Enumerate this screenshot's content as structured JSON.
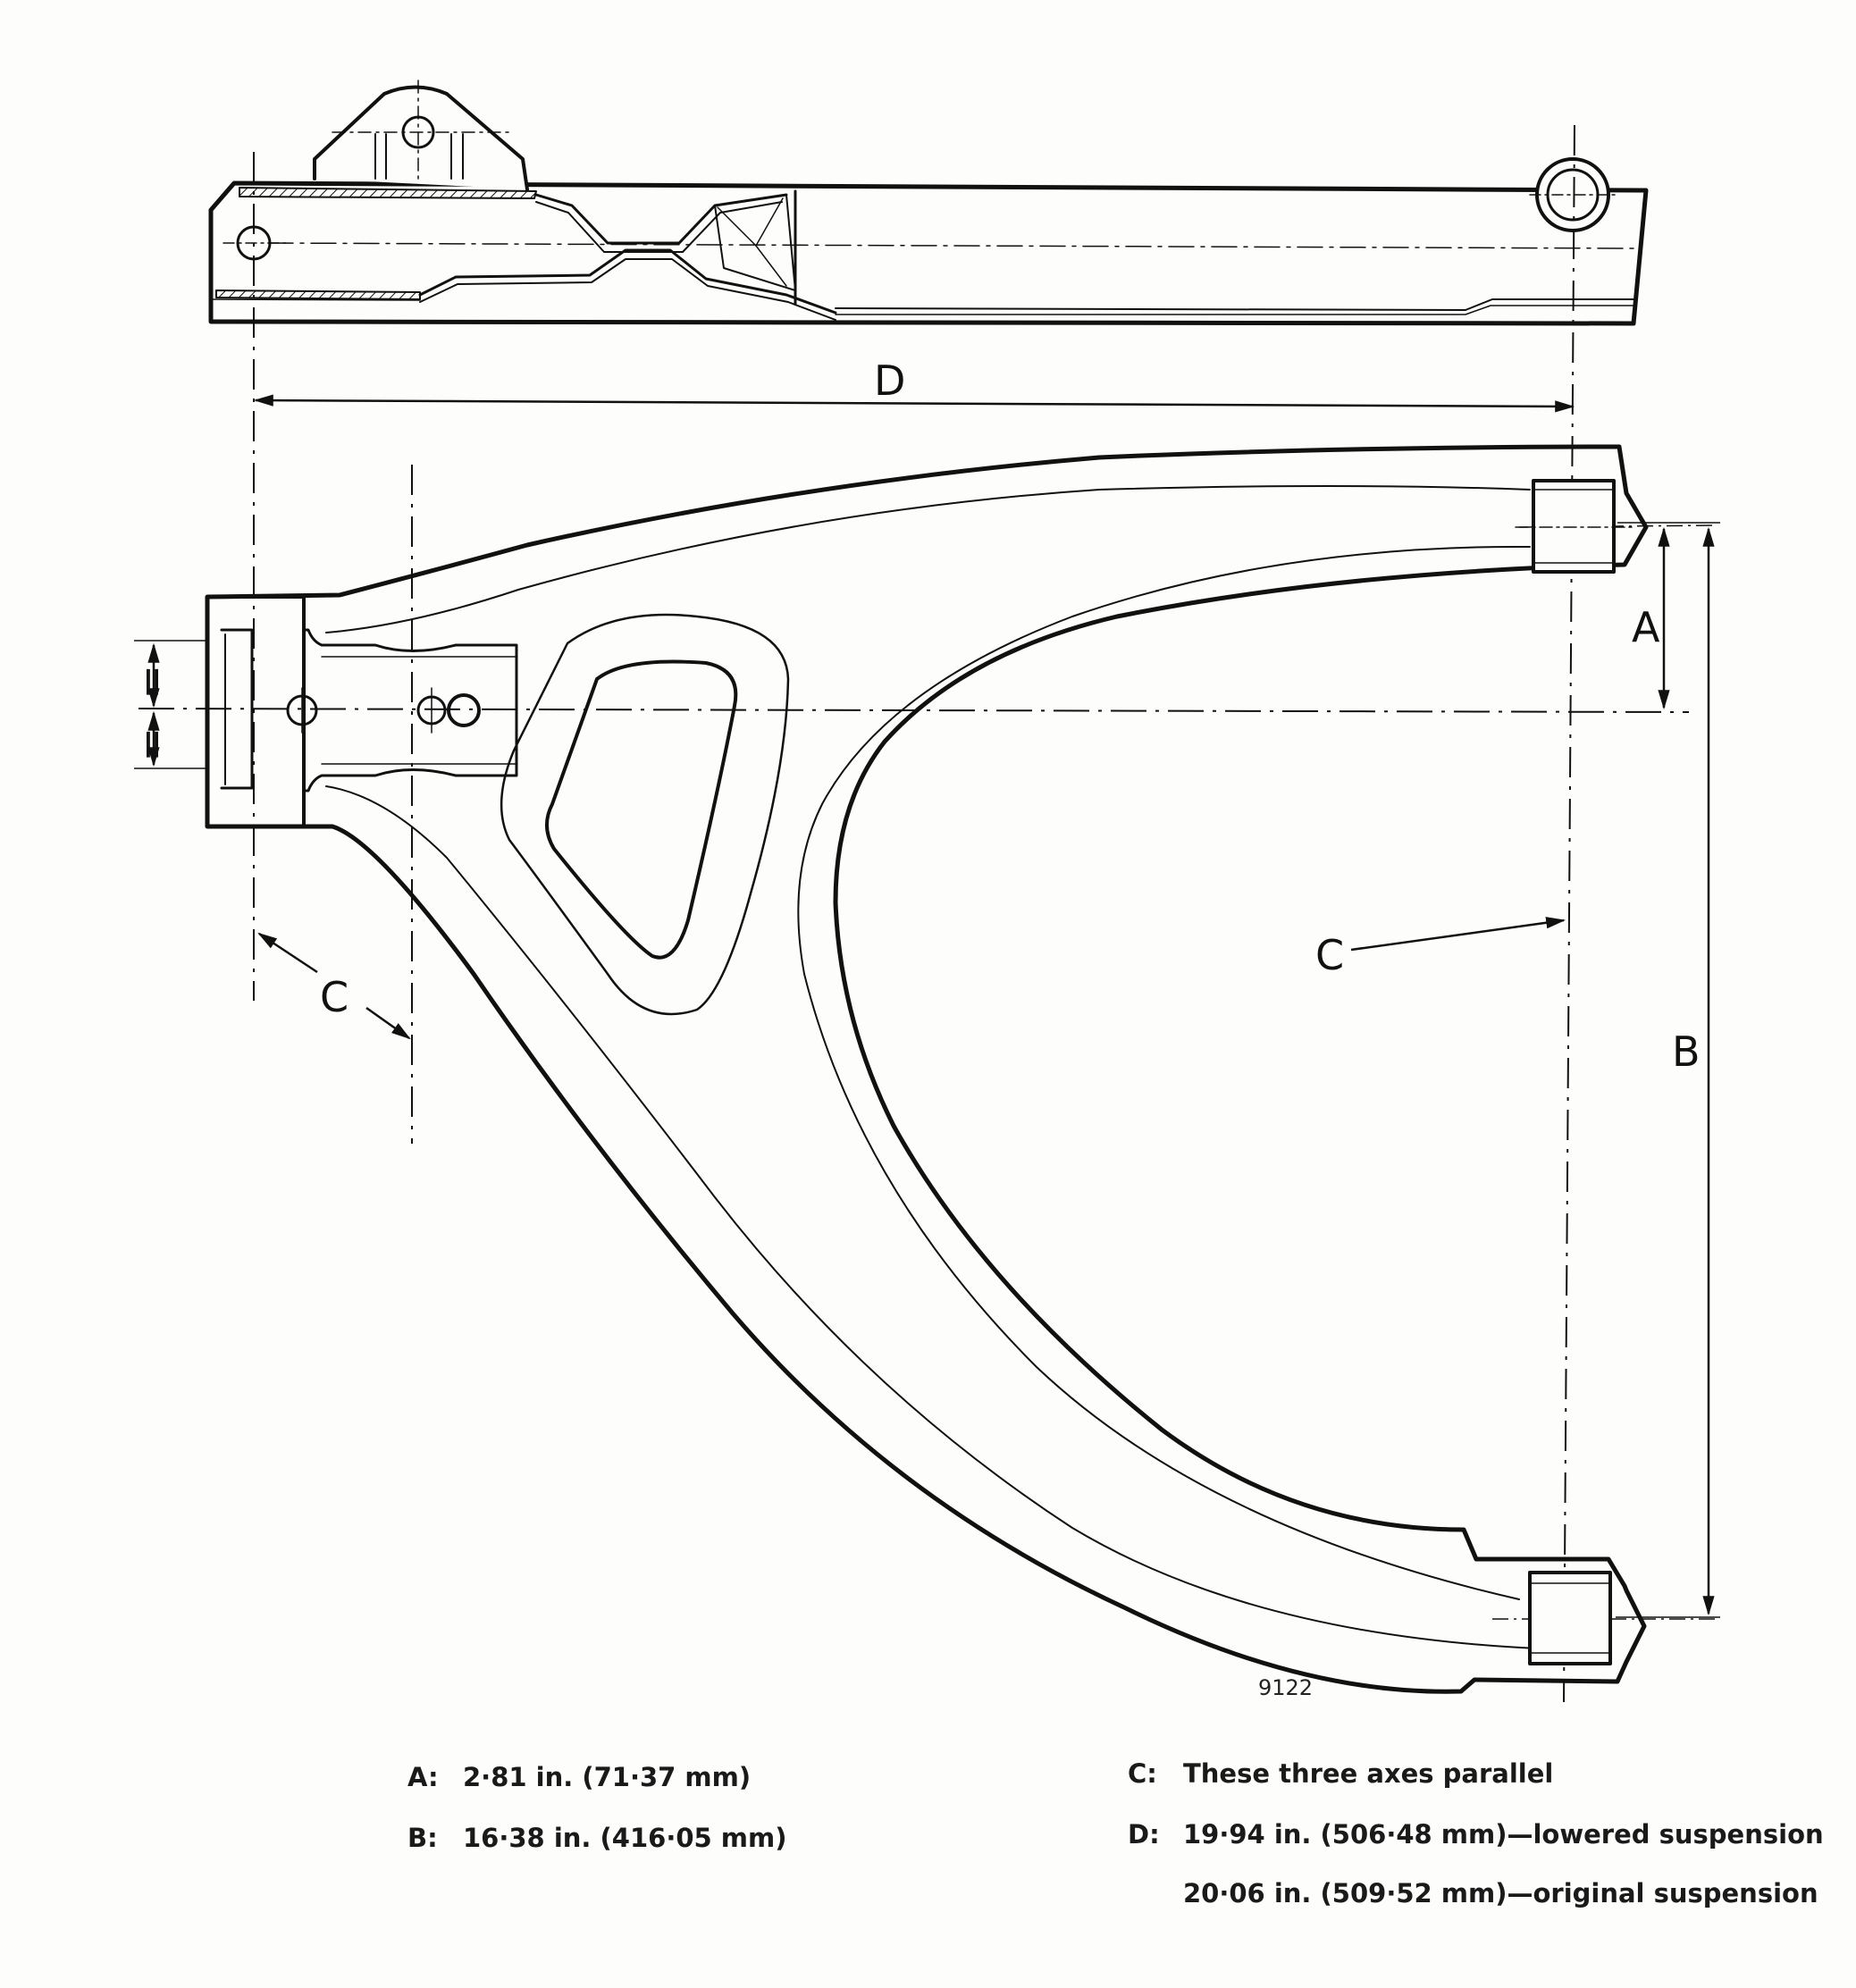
{
  "figure_number": "9122",
  "dimension_letters": {
    "a": "A",
    "b": "B",
    "c": "C",
    "d": "D",
    "equal_upper": "=",
    "equal_lower": "="
  },
  "legend": {
    "a": {
      "key": "A:",
      "text": "2·81 in. (71·37 mm)"
    },
    "b": {
      "key": "B:",
      "text": "16·38 in. (416·05 mm)"
    },
    "c": {
      "key": "C:",
      "text": "These three axes parallel"
    },
    "d": {
      "key": "D:",
      "text": "19·94 in. (506·48 mm)—lowered suspension"
    },
    "d2": {
      "text": "20·06 in. (509·52 mm)—original suspension"
    }
  },
  "colors": {
    "ink": "#111111",
    "paper": "#fdfdfc"
  }
}
